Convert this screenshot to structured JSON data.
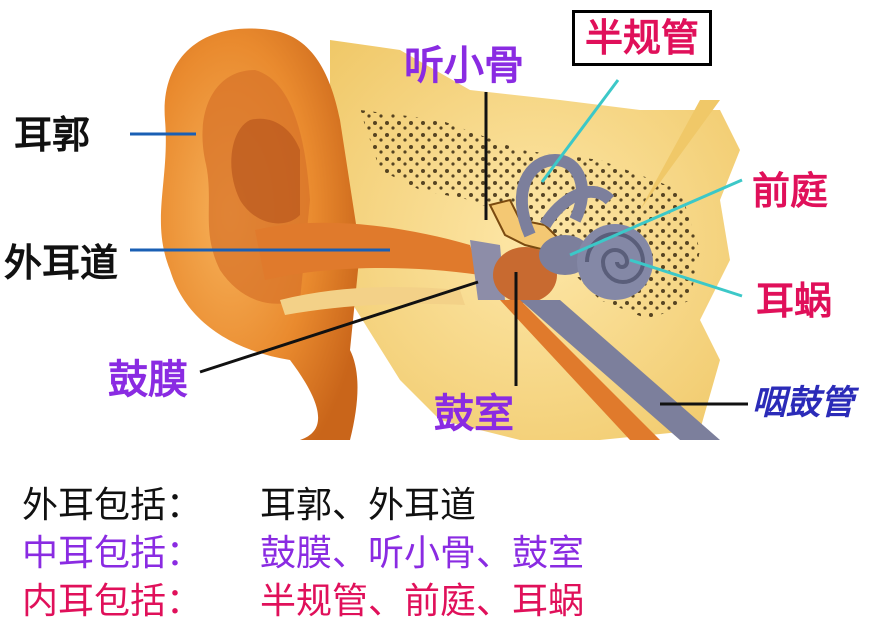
{
  "labels": {
    "semicircular_canals": "半规管",
    "ossicles": "听小骨",
    "pinna": "耳郭",
    "ear_canal": "外耳道",
    "eardrum": "鼓膜",
    "tympanic_cavity": "鼓室",
    "vestibule": "前庭",
    "cochlea": "耳蜗",
    "eustachian_tube": "咽鼓管"
  },
  "summary": {
    "outer": {
      "head": "外耳包括：",
      "items": "耳郭、外耳道"
    },
    "middle": {
      "head": "中耳包括：",
      "items": "鼓膜、听小骨、鼓室"
    },
    "inner": {
      "head": "内耳包括：",
      "items": "半规管、前庭、耳蜗"
    }
  },
  "colors": {
    "outer_text": "#111111",
    "middle_text": "#8a2be2",
    "inner_text": "#e0105a",
    "tube_label": "#2b2bb8",
    "leader_line_blue": "#1a5fb4",
    "leader_line_cyan": "#3cc8c8",
    "skin": "#f2a040",
    "bone_tan": "#f2d38a"
  }
}
